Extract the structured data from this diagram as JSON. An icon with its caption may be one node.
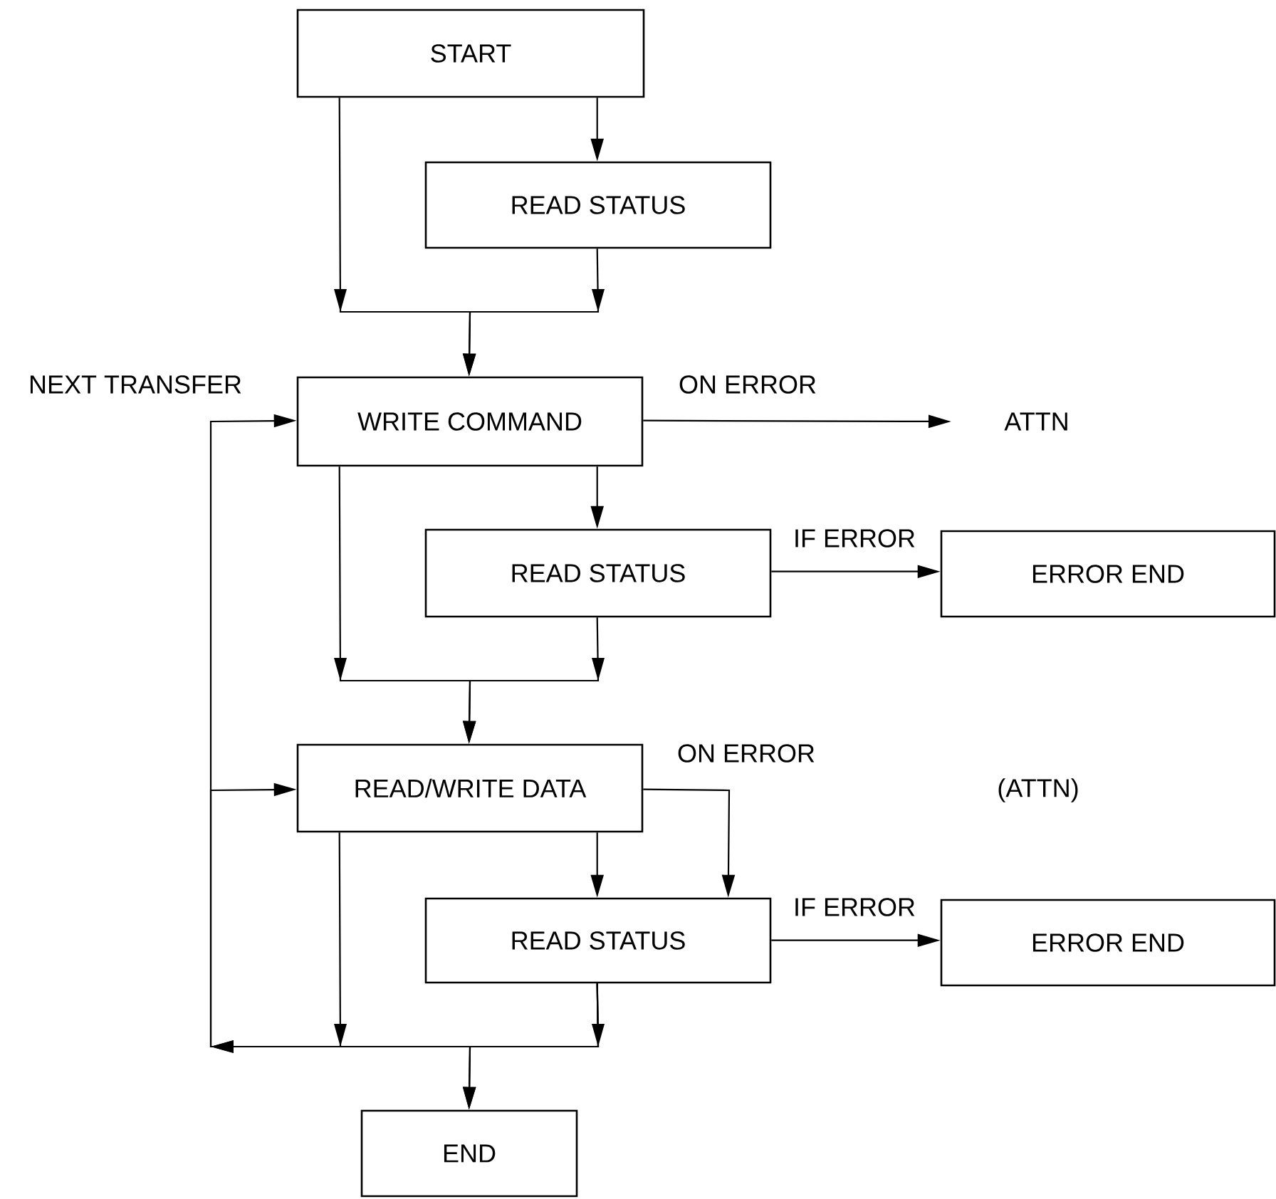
{
  "diagram": {
    "nodes": [
      {
        "text": [
          "START"
        ]
      },
      {
        "text": [
          "READ STATUS"
        ]
      },
      {
        "text": [
          "WRITE COMMAND"
        ]
      },
      {
        "text": [
          "ATTN"
        ]
      },
      {
        "text": [
          "READ STATUS"
        ]
      },
      {
        "text": [
          "ERROR END"
        ]
      },
      {
        "text": [
          "READ/WRITE DATA"
        ]
      },
      {
        "text": [
          "READ STATUS"
        ]
      },
      {
        "text": [
          "ERROR END"
        ]
      },
      {
        "text": [
          "END"
        ]
      }
    ],
    "edges": [
      {
        "from": 0,
        "to": 1,
        "arrow": "to"
      },
      {
        "from": 0,
        "to": 2,
        "arrow": "to"
      },
      {
        "from": 1,
        "to": 2,
        "arrow": "to"
      },
      {
        "from": 2,
        "to": 3,
        "arrow": "to",
        "label": "ON ERROR"
      },
      {
        "from": 2,
        "to": 4,
        "arrow": "to"
      },
      {
        "from": 2,
        "to": 6,
        "arrow": "to"
      },
      {
        "from": 4,
        "to": 6,
        "arrow": "to"
      },
      {
        "from": 4,
        "to": 5,
        "arrow": "to",
        "label": "IF ERROR"
      },
      {
        "from": 6,
        "to": 7,
        "arrow": "to"
      },
      {
        "from": 6,
        "to": 7,
        "arrow": "to",
        "label": "ON ERROR"
      },
      {
        "from": 7,
        "to": 8,
        "arrow": "to",
        "label": "IF ERROR"
      },
      {
        "from": 6,
        "to": 9,
        "arrow": "to"
      },
      {
        "from": 7,
        "to": 9,
        "arrow": "to"
      },
      {
        "from": 7,
        "to": 2,
        "arrow": "to",
        "label": "NEXT TRANSFER"
      },
      {
        "from": 7,
        "to": 6,
        "arrow": "to"
      }
    ],
    "labels": [
      "(ATTN)"
    ]
  }
}
